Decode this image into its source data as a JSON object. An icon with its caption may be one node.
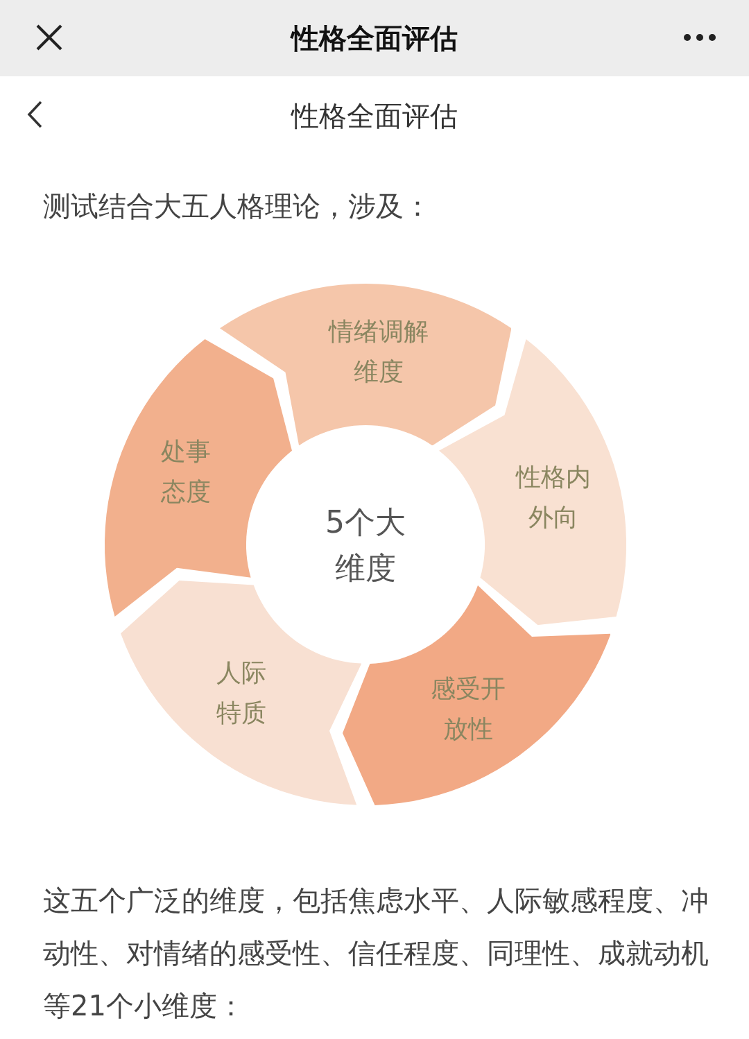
{
  "diagram": {
    "nodes": [
      {
        "text": [
          "情绪调解维度"
        ]
      },
      {
        "text": [
          "性格内外向"
        ]
      },
      {
        "text": [
          "感受开放性"
        ]
      },
      {
        "text": [
          "人际特质"
        ]
      },
      {
        "text": [
          "处事态度"
        ]
      },
      {
        "text": [
          "5个大维度"
        ]
      }
    ],
    "labels": [
      "性格全面评估",
      "性格全面评估",
      "测试结合大五人格理论，涉及：",
      "这五个广泛的维度，包括焦虑水平、人际敏感程度、冲动性、对情绪的感受性、信任程度、同理性、成就动机等21个小维度："
    ]
  }
}
